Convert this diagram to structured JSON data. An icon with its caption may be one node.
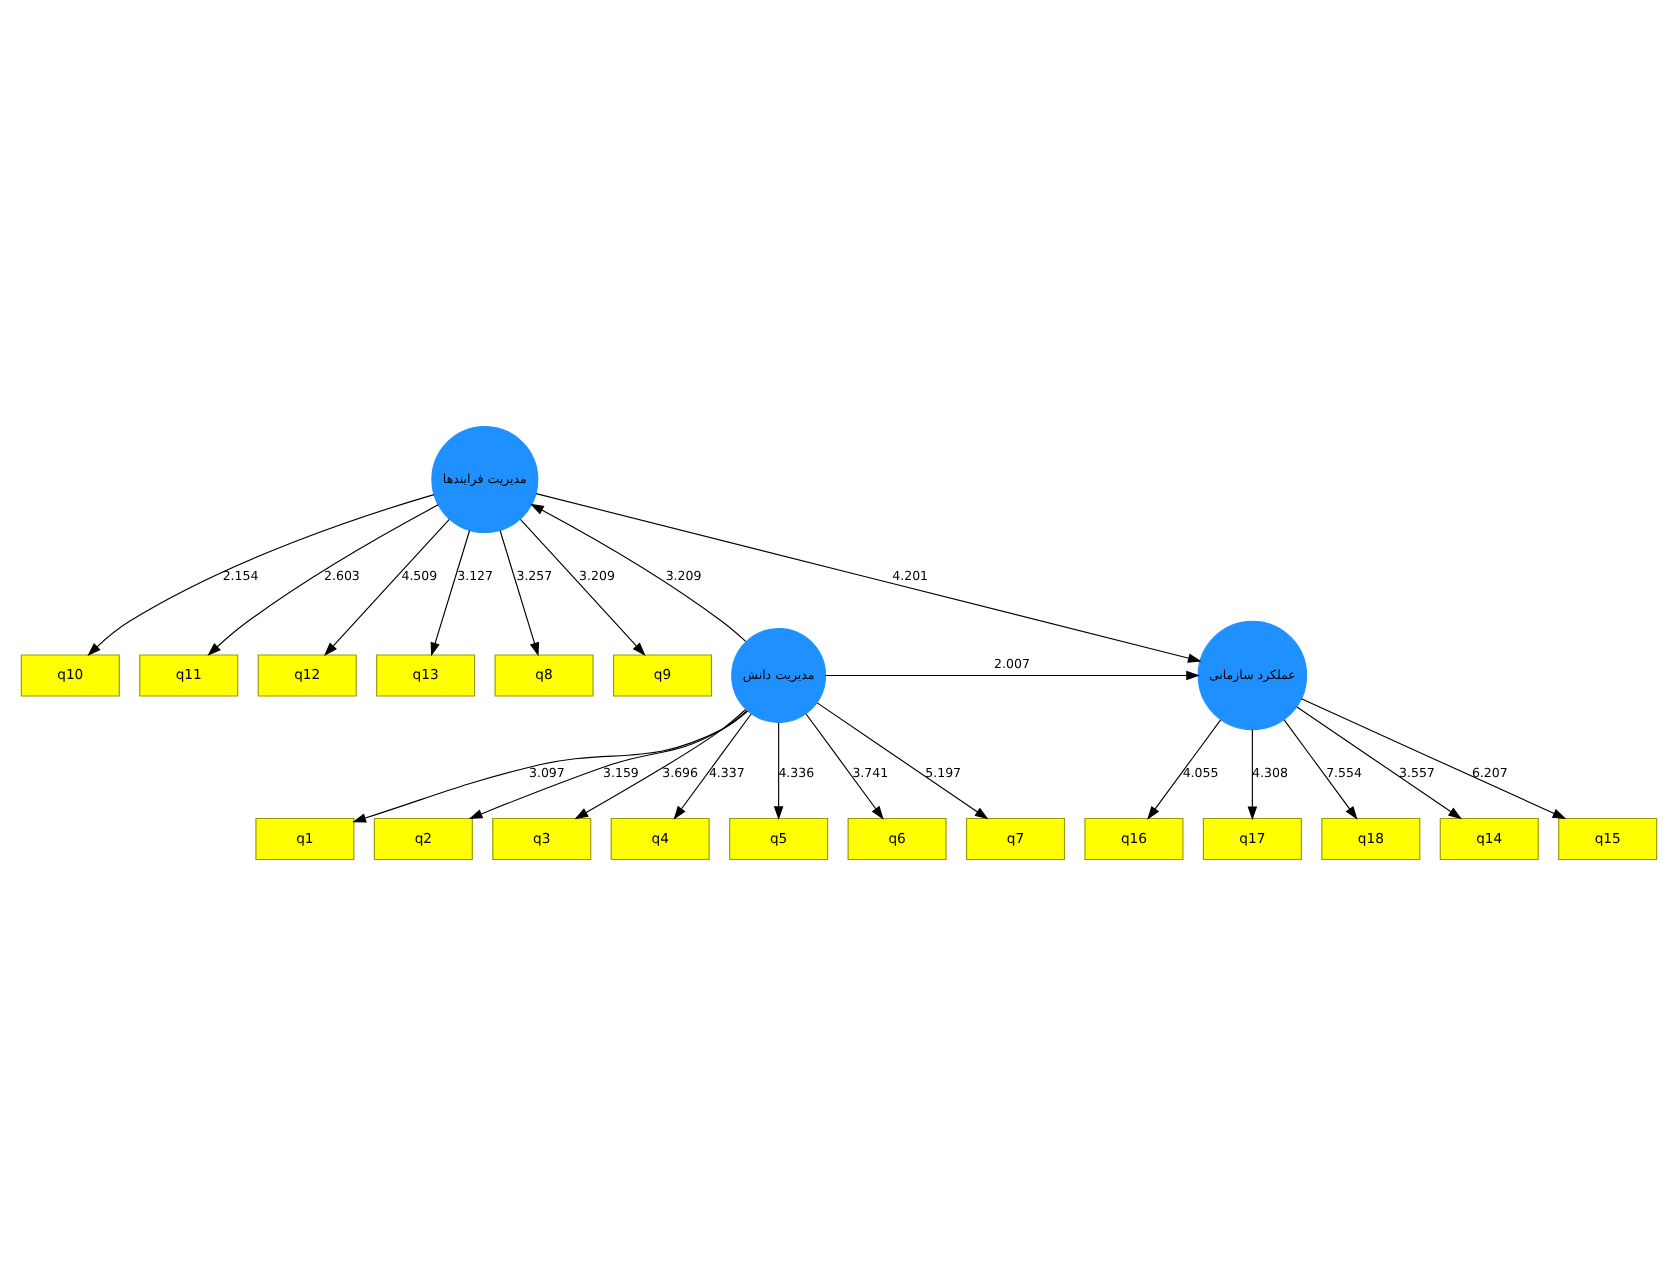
{
  "diagram": {
    "nodes": [
      {
        "text": [
          "q10"
        ]
      },
      {
        "text": [
          "q11"
        ]
      },
      {
        "text": [
          "q12"
        ]
      },
      {
        "text": [
          "q13"
        ]
      },
      {
        "text": [
          "q8"
        ]
      },
      {
        "text": [
          "q9"
        ]
      },
      {
        "text": [
          "مدیریت فرایندها"
        ]
      },
      {
        "text": [
          "q1"
        ]
      },
      {
        "text": [
          "q2"
        ]
      },
      {
        "text": [
          "q3"
        ]
      },
      {
        "text": [
          "q4"
        ]
      },
      {
        "text": [
          "q5"
        ]
      },
      {
        "text": [
          "q6"
        ]
      },
      {
        "text": [
          "q7"
        ]
      },
      {
        "text": [
          "مدیریت دانش"
        ]
      },
      {
        "text": [
          "عملکرد سازمانی"
        ]
      },
      {
        "text": [
          "q14"
        ]
      },
      {
        "text": [
          "q15"
        ]
      },
      {
        "text": [
          "q16"
        ]
      },
      {
        "text": [
          "q17"
        ]
      },
      {
        "text": [
          "q18"
        ]
      }
    ],
    "edges": [
      {
        "from": 6,
        "to": 0,
        "arrow": "to",
        "label": "2.154"
      },
      {
        "from": 6,
        "to": 1,
        "arrow": "to",
        "label": "2.603"
      },
      {
        "from": 6,
        "to": 2,
        "arrow": "to",
        "label": "4.509"
      },
      {
        "from": 6,
        "to": 3,
        "arrow": "to",
        "label": "3.127"
      },
      {
        "from": 6,
        "to": 4,
        "arrow": "to",
        "label": "3.257"
      },
      {
        "from": 6,
        "to": 5,
        "arrow": "to",
        "label": "3.209"
      },
      {
        "from": 14,
        "to": 7,
        "arrow": "to",
        "label": "3.097"
      },
      {
        "from": 14,
        "to": 8,
        "arrow": "to",
        "label": "3.159"
      },
      {
        "from": 14,
        "to": 9,
        "arrow": "to",
        "label": "3.696"
      },
      {
        "from": 14,
        "to": 10,
        "arrow": "to",
        "label": "4.337"
      },
      {
        "from": 14,
        "to": 11,
        "arrow": "to",
        "label": "4.336"
      },
      {
        "from": 14,
        "to": 12,
        "arrow": "to",
        "label": "3.741"
      },
      {
        "from": 14,
        "to": 13,
        "arrow": "to",
        "label": "5.197"
      },
      {
        "from": 14,
        "to": 6,
        "arrow": "to",
        "label": "3.209"
      },
      {
        "from": 6,
        "to": 15,
        "arrow": "to",
        "label": "4.201"
      },
      {
        "from": 14,
        "to": 15,
        "arrow": "to",
        "label": "2.007"
      },
      {
        "from": 15,
        "to": 16,
        "arrow": "to",
        "label": "3.557"
      },
      {
        "from": 15,
        "to": 17,
        "arrow": "to",
        "label": "6.207"
      },
      {
        "from": 15,
        "to": 18,
        "arrow": "to",
        "label": "4.055"
      },
      {
        "from": 15,
        "to": 19,
        "arrow": "to",
        "label": "4.308"
      },
      {
        "from": 15,
        "to": 20,
        "arrow": "to",
        "label": "7.554"
      }
    ]
  }
}
